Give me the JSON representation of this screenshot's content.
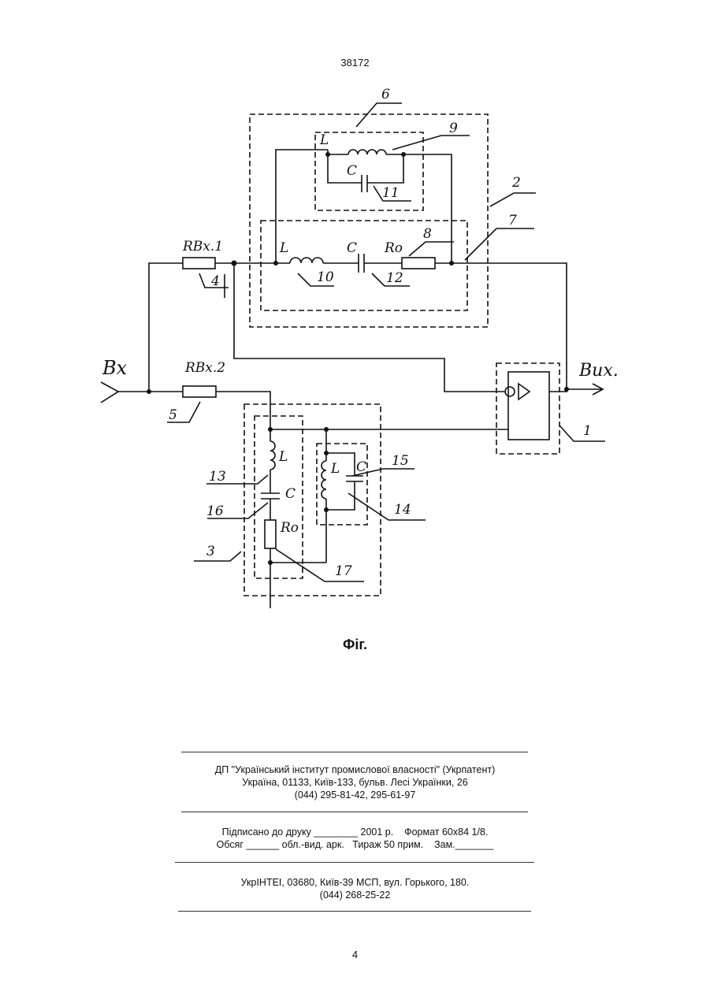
{
  "page": {
    "header_number": "38172",
    "footer_number": "4"
  },
  "figure": {
    "caption": "Фіг.",
    "labels": {
      "input": "Вх",
      "output": "Вих.",
      "r_in1": "RВх.1",
      "r_in2": "RВх.2",
      "n1": "1",
      "n2": "2",
      "n3": "3",
      "n4": "4",
      "n5": "5",
      "n6": "6",
      "n7": "7",
      "n8": "8",
      "n9": "9",
      "n10": "10",
      "n11": "11",
      "n12": "12",
      "n13": "13",
      "n14": "14",
      "n15": "15",
      "n16": "16",
      "n17": "17",
      "L": "L",
      "C": "C",
      "R0": "Ro"
    }
  },
  "imprint": {
    "publisher_line1": "ДП \"Український інститут промислової власності\" (Укрпатент)",
    "publisher_line2": "Україна, 01133, Київ-133, бульв. Лесі Українки, 26",
    "publisher_line3": "(044) 295-81-42, 295-61-97",
    "print_line1": "Підписано до друку ________ 2001 р.    Формат 60х84 1/8.",
    "print_line2": "Обсяг ______ обл.-вид. арк.   Тираж 50 прим.    Зам._______",
    "printer_line1": "УкрІНТЕІ, 03680, Київ-39 МСП, вул. Горького, 180.",
    "printer_line2": "(044) 268-25-22"
  }
}
